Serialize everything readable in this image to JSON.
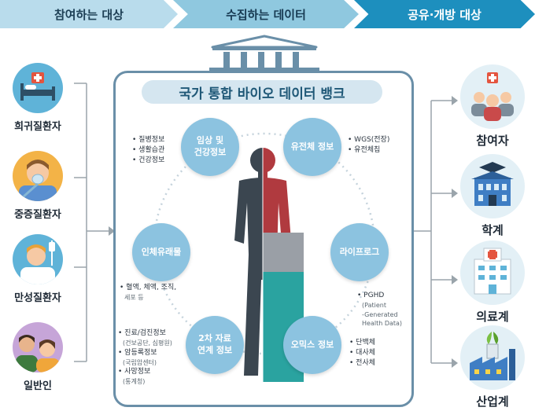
{
  "steps": {
    "participants": "참여하는 대상",
    "collected": "수집하는 데이터",
    "sharing": "공유·개방 대상"
  },
  "participants": [
    {
      "label": "희귀질환자",
      "icon": "hospital-bed-icon"
    },
    {
      "label": "중증질환자",
      "icon": "oxygen-mask-patient-icon"
    },
    {
      "label": "만성질환자",
      "icon": "iv-drip-patient-icon"
    },
    {
      "label": "일반인",
      "icon": "people-icon"
    }
  ],
  "bank": {
    "title": "국가 통합 바이오 데이터 뱅크",
    "nodes": {
      "clinical": "임상 및\n건강정보",
      "genome": "유전체 정보",
      "lifelog": "라이프로그",
      "omics": "오믹스 정보",
      "secondary": "2차 자료\n연계 정보",
      "specimen": "인체유래물"
    },
    "clinical_items": [
      "질병정보",
      "생활습관",
      "건강정보"
    ],
    "genome_items": [
      "WGS(전장)",
      "유전체칩"
    ],
    "lifelog_items": [
      "PGHD"
    ],
    "lifelog_sub": [
      "(Patient",
      "-Generated",
      "Health Data)"
    ],
    "omics_items": [
      "단백체",
      "대사체",
      "전사체"
    ],
    "specimen_items": [
      "혈액, 체액, 조직,",
      "세포 등"
    ],
    "secondary_items": [
      {
        "label": "진료/검진정보",
        "sub": "(건보공단, 심평원)"
      },
      {
        "label": "암등록정보",
        "sub": "(국립암센터)"
      },
      {
        "label": "사망정보",
        "sub": "(통계청)"
      }
    ]
  },
  "recipients": [
    {
      "label": "참여자",
      "icon": "participants-group-icon"
    },
    {
      "label": "학계",
      "icon": "university-building-icon"
    },
    {
      "label": "의료계",
      "icon": "hospital-building-icon"
    },
    {
      "label": "산업계",
      "icon": "factory-icon"
    }
  ],
  "colors": {
    "accent": "#1d8fbe",
    "node": "#8cc3e0",
    "panel_border": "#6a8fa8",
    "body_left": "#3b4650",
    "body_right": "#b03a3f"
  }
}
